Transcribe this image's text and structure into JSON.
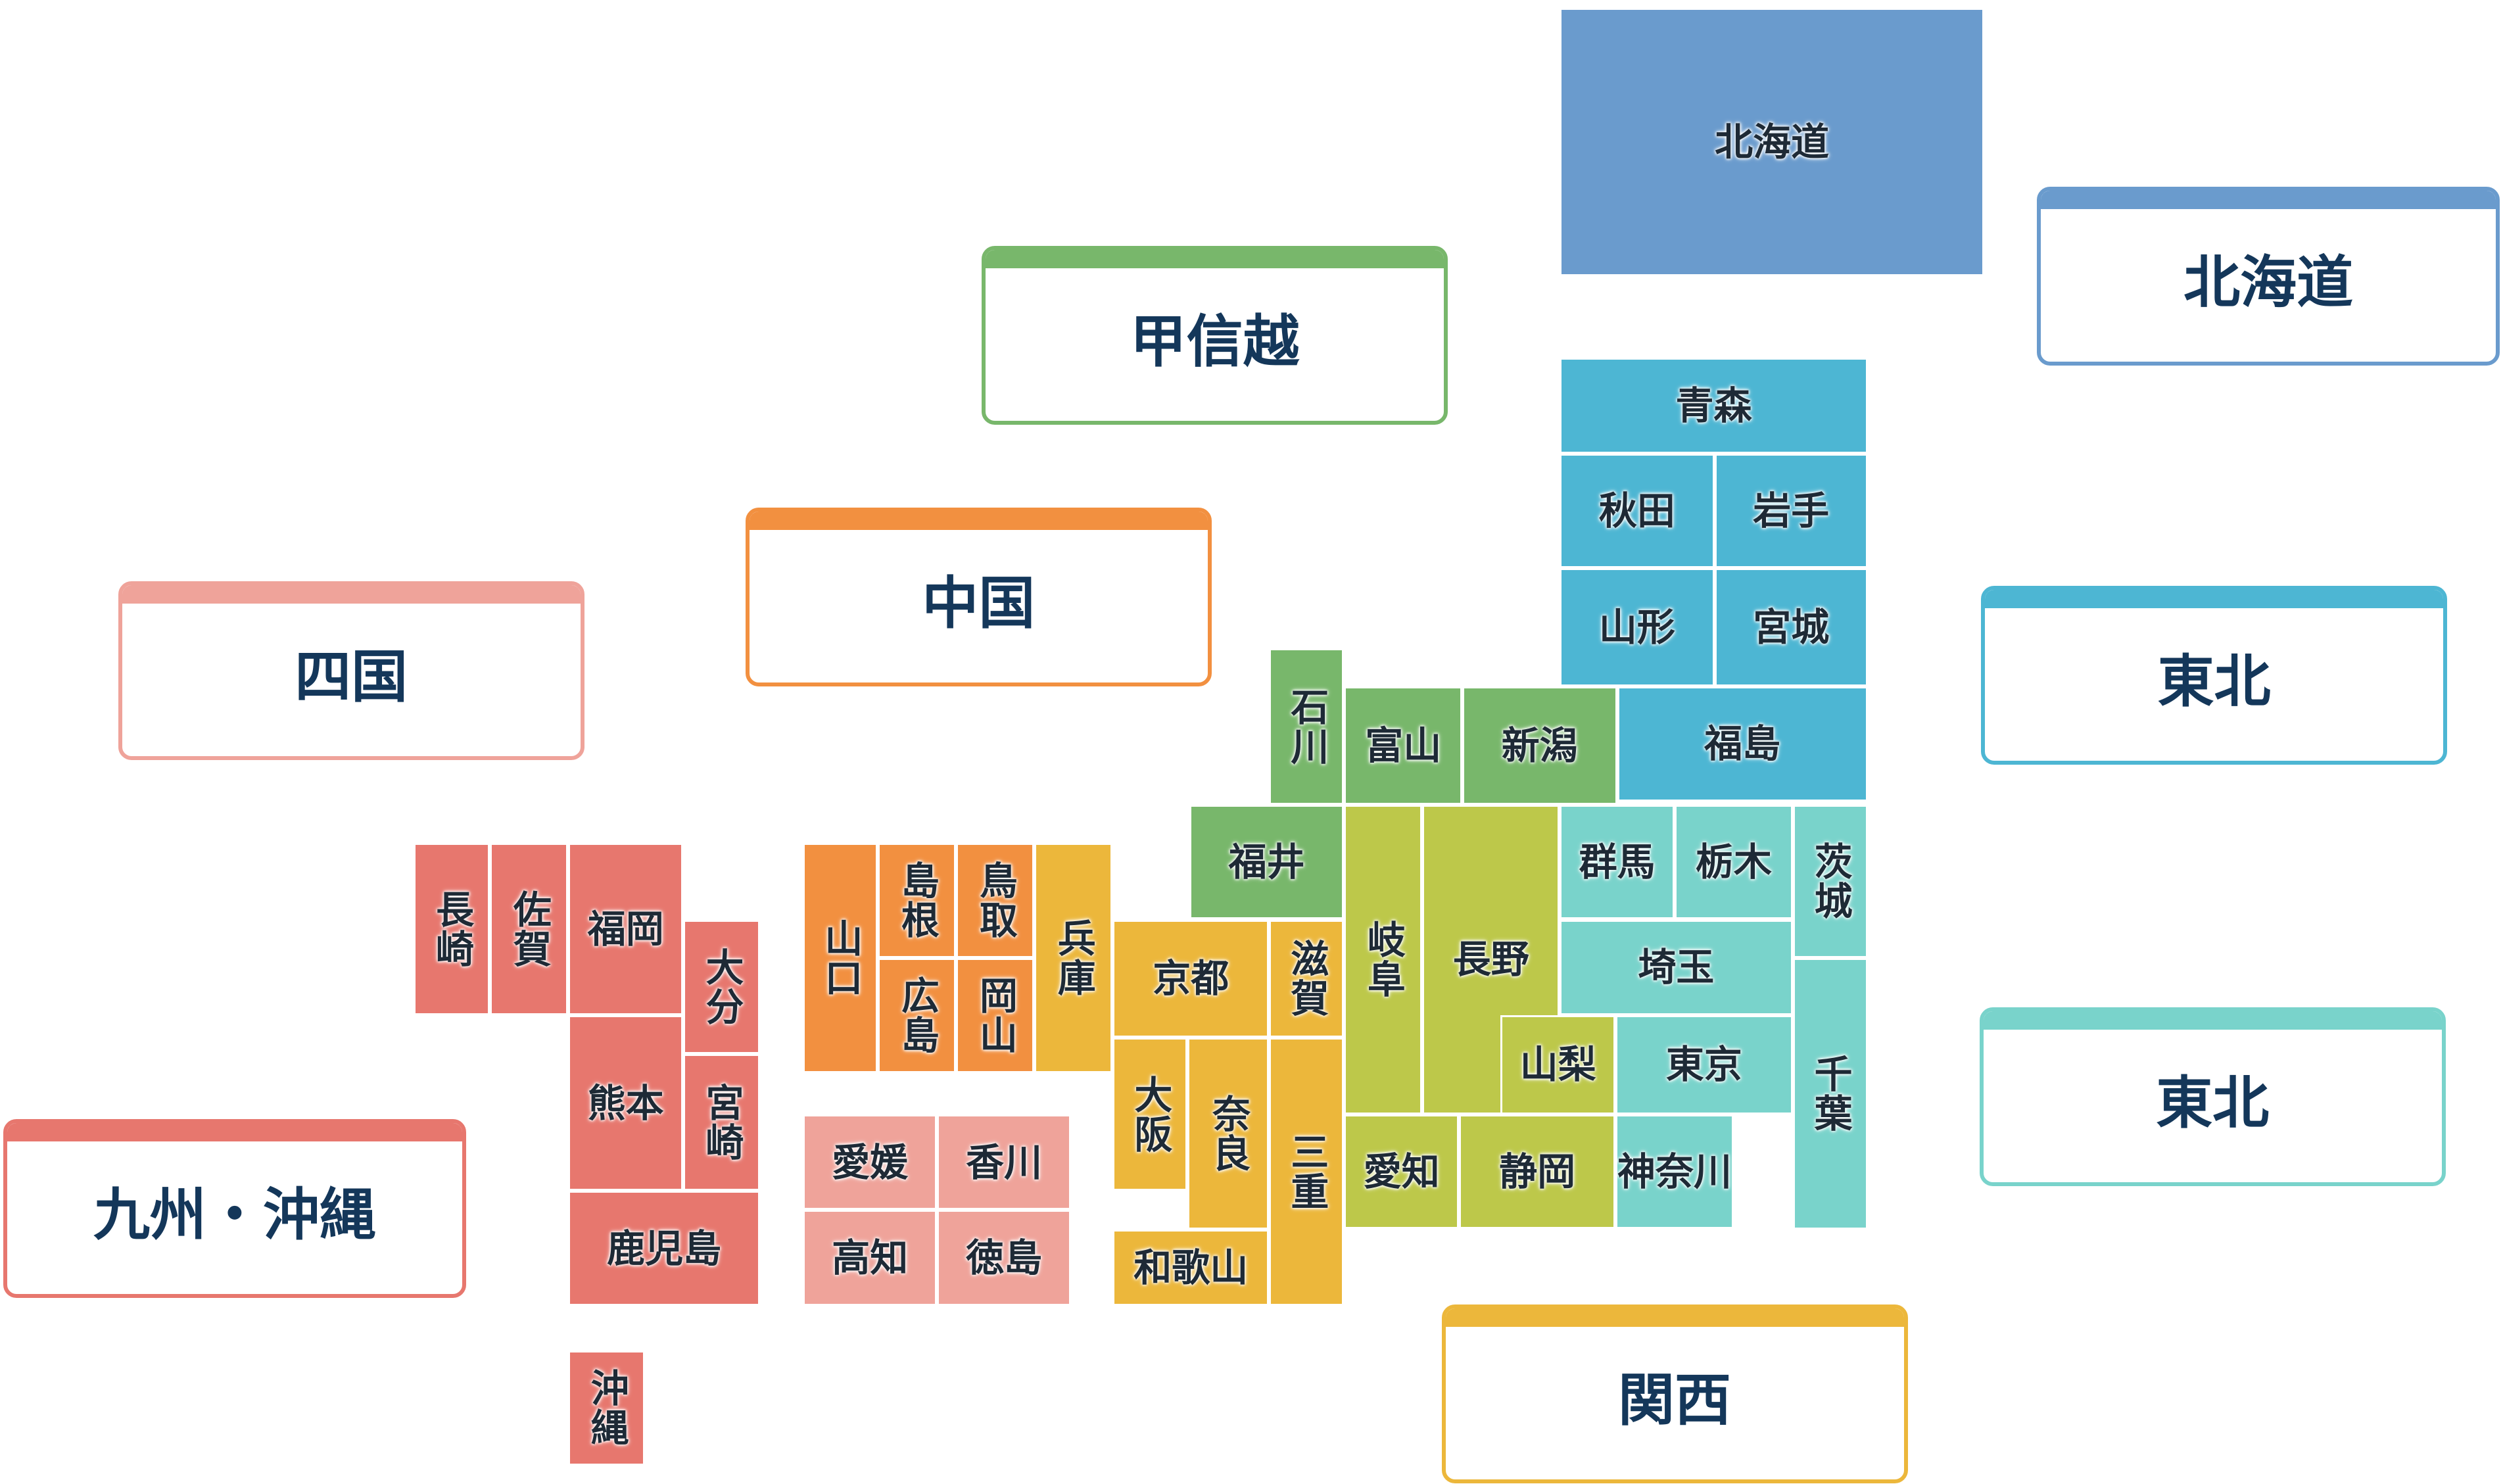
{
  "colors": {
    "hokkaido": "#6a9bcd",
    "tohoku": "#4db6d3",
    "kanto": "#79d3cb",
    "koshinetsu": "#78b76b",
    "chubu": "#bdc84a",
    "kansai": "#ecb73b",
    "chugoku": "#f29040",
    "shikoku": "#efa39a",
    "kyushu_okinawa": "#e7776e"
  },
  "regions": [
    {
      "key": "hokkaido",
      "label": "北海道"
    },
    {
      "key": "koshinetsu",
      "label": "甲信越"
    },
    {
      "key": "chugoku",
      "label": "中国"
    },
    {
      "key": "shikoku",
      "label": "四国"
    },
    {
      "key": "tohoku",
      "label": "東北"
    },
    {
      "key": "kanto",
      "label": "東北"
    },
    {
      "key": "kyushu_okinawa",
      "label": "九州・沖縄"
    },
    {
      "key": "kansai",
      "label": "関西"
    }
  ],
  "prefectures": [
    {
      "key": "hokkaido",
      "label": "北海道",
      "region": "hokkaido"
    },
    {
      "key": "aomori",
      "label": "青森",
      "region": "tohoku"
    },
    {
      "key": "akita",
      "label": "秋田",
      "region": "tohoku"
    },
    {
      "key": "iwate",
      "label": "岩手",
      "region": "tohoku"
    },
    {
      "key": "yamagata",
      "label": "山形",
      "region": "tohoku"
    },
    {
      "key": "miyagi",
      "label": "宮城",
      "region": "tohoku"
    },
    {
      "key": "fukushima",
      "label": "福島",
      "region": "tohoku"
    },
    {
      "key": "ishikawa",
      "label": "石川",
      "region": "koshinetsu"
    },
    {
      "key": "toyama",
      "label": "富山",
      "region": "koshinetsu"
    },
    {
      "key": "niigata",
      "label": "新潟",
      "region": "koshinetsu"
    },
    {
      "key": "fukui",
      "label": "福井",
      "region": "koshinetsu"
    },
    {
      "key": "gifu",
      "label": "岐阜",
      "region": "chubu"
    },
    {
      "key": "nagano",
      "label": "長野",
      "region": "chubu"
    },
    {
      "key": "yamanashi",
      "label": "山梨",
      "region": "chubu"
    },
    {
      "key": "aichi",
      "label": "愛知",
      "region": "chubu"
    },
    {
      "key": "shizuoka",
      "label": "静岡",
      "region": "chubu"
    },
    {
      "key": "gunma",
      "label": "群馬",
      "region": "kanto"
    },
    {
      "key": "tochigi",
      "label": "栃木",
      "region": "kanto"
    },
    {
      "key": "ibaraki",
      "label": "茨城",
      "region": "kanto"
    },
    {
      "key": "saitama",
      "label": "埼玉",
      "region": "kanto"
    },
    {
      "key": "tokyo",
      "label": "東京",
      "region": "kanto"
    },
    {
      "key": "chiba",
      "label": "千葉",
      "region": "kanto"
    },
    {
      "key": "kanagawa",
      "label": "神奈川",
      "region": "kanto"
    },
    {
      "key": "shiga",
      "label": "滋賀",
      "region": "kansai"
    },
    {
      "key": "kyoto",
      "label": "京都",
      "region": "kansai"
    },
    {
      "key": "hyogo",
      "label": "兵庫",
      "region": "kansai"
    },
    {
      "key": "osaka",
      "label": "大阪",
      "region": "kansai"
    },
    {
      "key": "nara",
      "label": "奈良",
      "region": "kansai"
    },
    {
      "key": "mie",
      "label": "三重",
      "region": "kansai"
    },
    {
      "key": "wakayama",
      "label": "和歌山",
      "region": "kansai"
    },
    {
      "key": "yamaguchi",
      "label": "山口",
      "region": "chugoku"
    },
    {
      "key": "shimane",
      "label": "島根",
      "region": "chugoku"
    },
    {
      "key": "tottori",
      "label": "鳥取",
      "region": "chugoku"
    },
    {
      "key": "hiroshima",
      "label": "広島",
      "region": "chugoku"
    },
    {
      "key": "okayama",
      "label": "岡山",
      "region": "chugoku"
    },
    {
      "key": "ehime",
      "label": "愛媛",
      "region": "shikoku"
    },
    {
      "key": "kagawa",
      "label": "香川",
      "region": "shikoku"
    },
    {
      "key": "kochi",
      "label": "高知",
      "region": "shikoku"
    },
    {
      "key": "tokushima",
      "label": "徳島",
      "region": "shikoku"
    },
    {
      "key": "nagasaki",
      "label": "長崎",
      "region": "kyushu_okinawa"
    },
    {
      "key": "saga",
      "label": "佐賀",
      "region": "kyushu_okinawa"
    },
    {
      "key": "fukuoka",
      "label": "福岡",
      "region": "kyushu_okinawa"
    },
    {
      "key": "oita",
      "label": "大分",
      "region": "kyushu_okinawa"
    },
    {
      "key": "kumamoto",
      "label": "熊本",
      "region": "kyushu_okinawa"
    },
    {
      "key": "miyazaki",
      "label": "宮崎",
      "region": "kyushu_okinawa"
    },
    {
      "key": "kagoshima",
      "label": "鹿児島",
      "region": "kyushu_okinawa"
    },
    {
      "key": "okinawa",
      "label": "沖縄",
      "region": "kyushu_okinawa"
    }
  ]
}
